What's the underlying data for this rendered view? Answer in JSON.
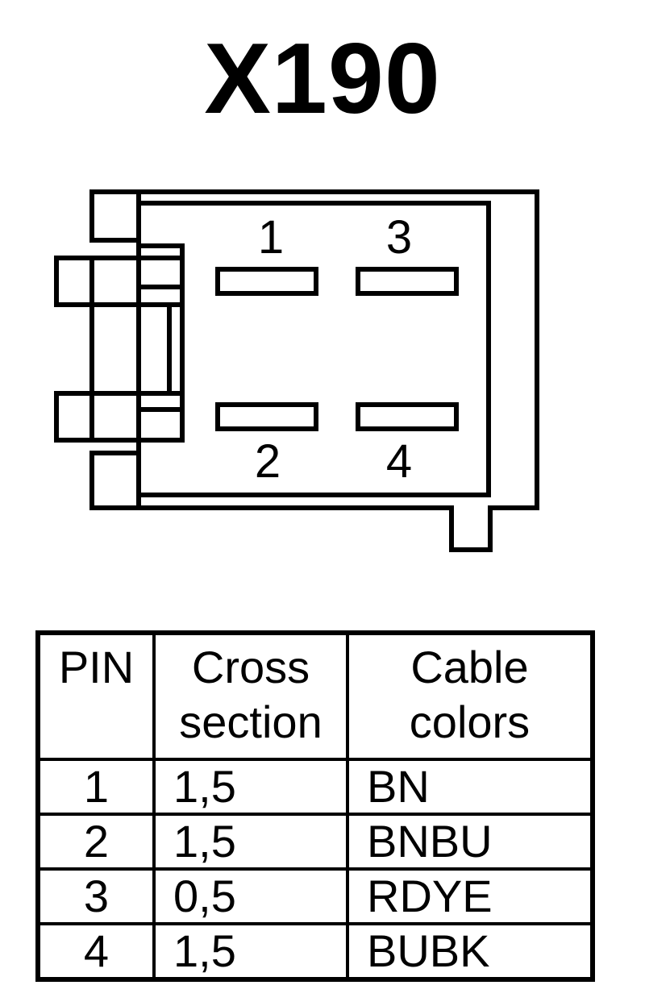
{
  "title": "X190",
  "connector": {
    "pin_labels": [
      "1",
      "3",
      "2",
      "4"
    ]
  },
  "table": {
    "headers": {
      "pin": "PIN",
      "cross_line1": "Cross",
      "cross_line2": "section",
      "colors_line1": "Cable",
      "colors_line2": "colors"
    },
    "rows": [
      {
        "pin": "1",
        "cross_section": "1,5",
        "color": "BN"
      },
      {
        "pin": "2",
        "cross_section": "1,5",
        "color": "BNBU"
      },
      {
        "pin": "3",
        "cross_section": "0,5",
        "color": "RDYE"
      },
      {
        "pin": "4",
        "cross_section": "1,5",
        "color": "BUBK"
      }
    ]
  }
}
